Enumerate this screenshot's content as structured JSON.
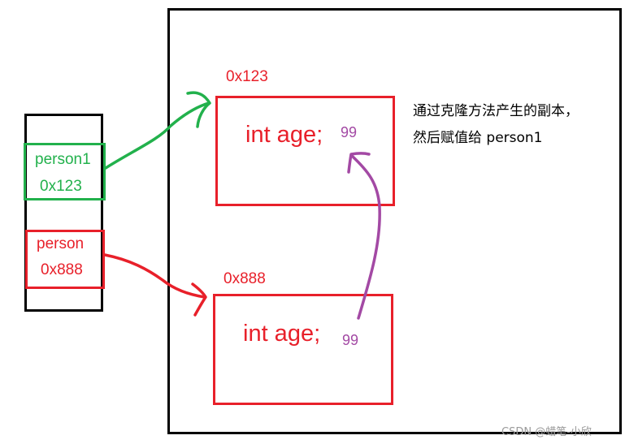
{
  "stack": {
    "person1": {
      "name": "person1",
      "address": "0x123"
    },
    "person": {
      "name": "person",
      "address": "0x888"
    }
  },
  "heap": {
    "clone": {
      "address": "0x123",
      "field": "int age;",
      "value": "99"
    },
    "original": {
      "address": "0x888",
      "field": "int age;",
      "value": "99"
    }
  },
  "annotation": {
    "line1": "通过克隆方法产生的副本，",
    "line2": "然后赋值给 person1"
  },
  "watermark": "CSDN @蜡笔-小欣",
  "colors": {
    "red": "#e8202a",
    "green": "#22b14c",
    "purple": "#a349a4",
    "black": "#000000"
  }
}
